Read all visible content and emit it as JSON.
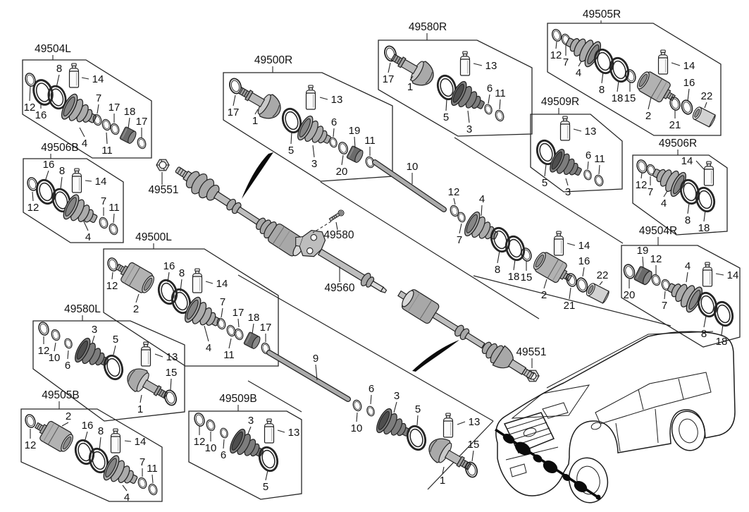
{
  "diagram": {
    "groups": [
      "49504L",
      "49506B",
      "49500L",
      "49580L",
      "49505B",
      "49500R",
      "49580R",
      "49509R",
      "49505R",
      "49506R",
      "49504R",
      "49509B"
    ],
    "loose_labels": [
      "49551",
      "49580",
      "49560",
      "49551"
    ],
    "callouts": [
      [
        "12",
        42,
        152,
        43,
        122
      ],
      [
        "16",
        58,
        163,
        58,
        147
      ],
      [
        "8",
        84,
        97,
        80,
        124
      ],
      [
        "14",
        139,
        112,
        116,
        110
      ],
      [
        "4",
        120,
        203,
        113,
        181
      ],
      [
        "7",
        140,
        139,
        138,
        161
      ],
      [
        "17",
        162,
        152,
        162,
        174
      ],
      [
        "18",
        184,
        158,
        182,
        182
      ],
      [
        "17",
        201,
        172,
        201,
        195
      ],
      [
        "11",
        152,
        213,
        151,
        188
      ],
      [
        "16",
        69,
        233,
        64,
        257
      ],
      [
        "8",
        88,
        242,
        86,
        268
      ],
      [
        "14",
        143,
        257,
        121,
        256
      ],
      [
        "12",
        47,
        294,
        46,
        272
      ],
      [
        "4",
        125,
        336,
        118,
        312
      ],
      [
        "7",
        147,
        285,
        147,
        306
      ],
      [
        "11",
        162,
        294,
        161,
        316
      ],
      [
        "12",
        159,
        405,
        160,
        386
      ],
      [
        "2",
        193,
        438,
        197,
        417
      ],
      [
        "16",
        240,
        377,
        238,
        400
      ],
      [
        "8",
        258,
        387,
        256,
        413
      ],
      [
        "14",
        315,
        402,
        292,
        399
      ],
      [
        "4",
        296,
        493,
        290,
        462
      ],
      [
        "7",
        316,
        428,
        314,
        450
      ],
      [
        "17",
        338,
        443,
        339,
        464
      ],
      [
        "11",
        325,
        503,
        328,
        480
      ],
      [
        "18",
        360,
        450,
        358,
        473
      ],
      [
        "17",
        377,
        464,
        377,
        485
      ],
      [
        "12",
        62,
        497,
        62,
        477
      ],
      [
        "10",
        77,
        507,
        79,
        486
      ],
      [
        "6",
        96,
        518,
        97,
        497
      ],
      [
        "3",
        134,
        467,
        131,
        486
      ],
      [
        "5",
        164,
        481,
        161,
        503
      ],
      [
        "13",
        244,
        506,
        220,
        502
      ],
      [
        "1",
        199,
        580,
        201,
        560
      ],
      [
        "15",
        243,
        528,
        242,
        553
      ],
      [
        "2",
        97,
        590,
        88,
        604
      ],
      [
        "12",
        43,
        631,
        43,
        608
      ],
      [
        "16",
        124,
        603,
        120,
        627
      ],
      [
        "8",
        143,
        611,
        141,
        639
      ],
      [
        "14",
        199,
        626,
        177,
        625
      ],
      [
        "4",
        180,
        705,
        174,
        688
      ],
      [
        "7",
        202,
        655,
        202,
        676
      ],
      [
        "11",
        216,
        664,
        217,
        685
      ],
      [
        "17",
        331,
        159,
        334,
        135
      ],
      [
        "1",
        362,
        171,
        366,
        155
      ],
      [
        "5",
        413,
        213,
        414,
        187
      ],
      [
        "13",
        478,
        141,
        454,
        138
      ],
      [
        "3",
        446,
        232,
        444,
        206
      ],
      [
        "6",
        474,
        173,
        473,
        194
      ],
      [
        "19",
        503,
        185,
        504,
        210
      ],
      [
        "20",
        485,
        243,
        487,
        220
      ],
      [
        "11",
        525,
        199,
        525,
        221
      ],
      [
        "17",
        551,
        112,
        554,
        89
      ],
      [
        "1",
        582,
        123,
        586,
        108
      ],
      [
        "5",
        633,
        166,
        634,
        141
      ],
      [
        "13",
        697,
        93,
        672,
        90
      ],
      [
        "3",
        666,
        183,
        664,
        157
      ],
      [
        "6",
        695,
        125,
        693,
        147
      ],
      [
        "11",
        710,
        132,
        709,
        155
      ],
      [
        "13",
        838,
        186,
        814,
        183
      ],
      [
        "5",
        773,
        259,
        775,
        233
      ],
      [
        "3",
        806,
        272,
        803,
        253
      ],
      [
        "6",
        835,
        220,
        834,
        240
      ],
      [
        "11",
        851,
        225,
        850,
        247
      ],
      [
        "12",
        789,
        78,
        790,
        59
      ],
      [
        "7",
        803,
        88,
        803,
        64
      ],
      [
        "4",
        821,
        103,
        825,
        87
      ],
      [
        "8",
        854,
        127,
        856,
        102
      ],
      [
        "18",
        876,
        139,
        878,
        115
      ],
      [
        "15",
        894,
        139,
        894,
        117
      ],
      [
        "14",
        978,
        93,
        953,
        89
      ],
      [
        "2",
        920,
        164,
        924,
        138
      ],
      [
        "16",
        978,
        117,
        976,
        143
      ],
      [
        "21",
        958,
        177,
        958,
        156
      ],
      [
        "22",
        1003,
        136,
        1000,
        153
      ],
      [
        "14",
        975,
        228,
        999,
        240
      ],
      [
        "12",
        910,
        262,
        911,
        245
      ],
      [
        "7",
        923,
        272,
        923,
        250
      ],
      [
        "4",
        942,
        288,
        947,
        271
      ],
      [
        "8",
        976,
        312,
        978,
        288
      ],
      [
        "18",
        999,
        323,
        1001,
        298
      ],
      [
        "19",
        912,
        355,
        913,
        379
      ],
      [
        "12",
        931,
        367,
        931,
        389
      ],
      [
        "20",
        893,
        418,
        893,
        396
      ],
      [
        "7",
        943,
        433,
        944,
        413
      ],
      [
        "4",
        976,
        377,
        974,
        400
      ],
      [
        "14",
        1040,
        390,
        1016,
        388
      ],
      [
        "8",
        999,
        473,
        1002,
        448
      ],
      [
        "18",
        1024,
        484,
        1026,
        460
      ],
      [
        "12",
        283,
        626,
        283,
        604
      ],
      [
        "10",
        299,
        635,
        299,
        612
      ],
      [
        "6",
        317,
        645,
        318,
        623
      ],
      [
        "3",
        356,
        596,
        352,
        615
      ],
      [
        "13",
        417,
        613,
        394,
        610
      ],
      [
        "5",
        377,
        690,
        380,
        667
      ],
      [
        "10",
        585,
        236,
        585,
        261
      ],
      [
        "12",
        644,
        272,
        646,
        290
      ],
      [
        "7",
        652,
        340,
        655,
        317
      ],
      [
        "4",
        684,
        282,
        683,
        306
      ],
      [
        "8",
        706,
        382,
        709,
        356
      ],
      [
        "18",
        729,
        392,
        731,
        368
      ],
      [
        "15",
        747,
        393,
        747,
        370
      ],
      [
        "14",
        829,
        348,
        805,
        345
      ],
      [
        "2",
        772,
        418,
        776,
        396
      ],
      [
        "16",
        829,
        370,
        827,
        392
      ],
      [
        "21",
        808,
        433,
        810,
        408
      ],
      [
        "22",
        855,
        390,
        851,
        404
      ],
      [
        "9",
        448,
        508,
        450,
        539
      ],
      [
        "10",
        506,
        607,
        507,
        585
      ],
      [
        "6",
        527,
        551,
        526,
        573
      ],
      [
        "3",
        563,
        561,
        559,
        585
      ],
      [
        "5",
        593,
        580,
        592,
        603
      ],
      [
        "13",
        673,
        598,
        649,
        602
      ],
      [
        "1",
        628,
        681,
        630,
        662
      ],
      [
        "15",
        672,
        630,
        670,
        654
      ]
    ]
  },
  "colors": {
    "background": "#ffffff",
    "line": "#262626",
    "part_gray": "#a8a8a8",
    "part_light": "#d9d9d9",
    "part_dark": "#4e4e4e",
    "silhouette": "#0b0b0b"
  }
}
